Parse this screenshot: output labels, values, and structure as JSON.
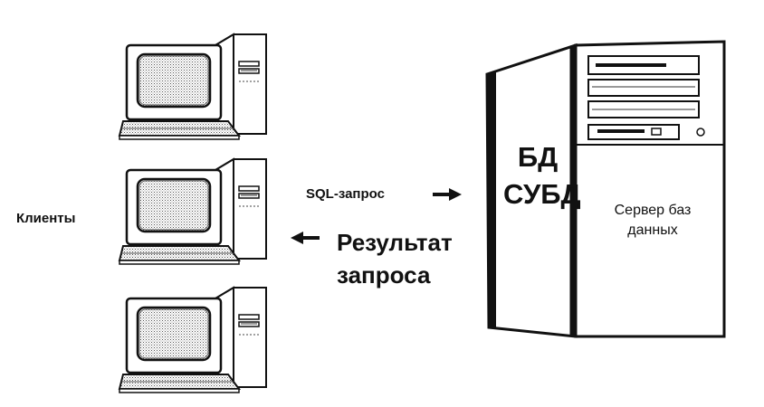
{
  "clients": {
    "label": "Клиенты"
  },
  "request": {
    "label": "SQL-запрос"
  },
  "response": {
    "line1": "Результат",
    "line2": "запроса"
  },
  "server": {
    "db_line1": "БД",
    "db_line2": "СУБД",
    "label_line1": "Сервер баз",
    "label_line2": "данных"
  }
}
